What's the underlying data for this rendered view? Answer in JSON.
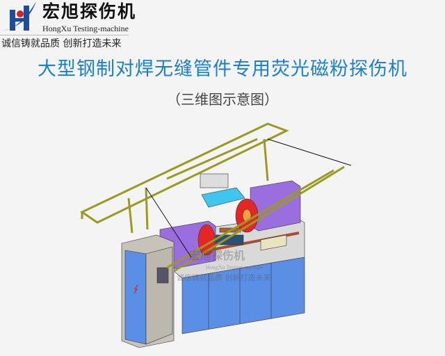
{
  "logo": {
    "brand_cn": "宏旭探伤机",
    "brand_en": "HongXu Testing-machine",
    "slogan": "诚信铸就品质  创新打造未来",
    "colors": {
      "blue": "#1c4e9c",
      "red": "#e02020"
    }
  },
  "title": "大型钢制对焊无缝管件专用荧光磁粉探伤机",
  "subtitle": "（三维图示意图）",
  "watermark": {
    "brand_cn": "宏旭探伤机",
    "brand_en": "HongXu Testing-machine",
    "slogan": "诚信铸就品质  创新打造未来"
  }
}
